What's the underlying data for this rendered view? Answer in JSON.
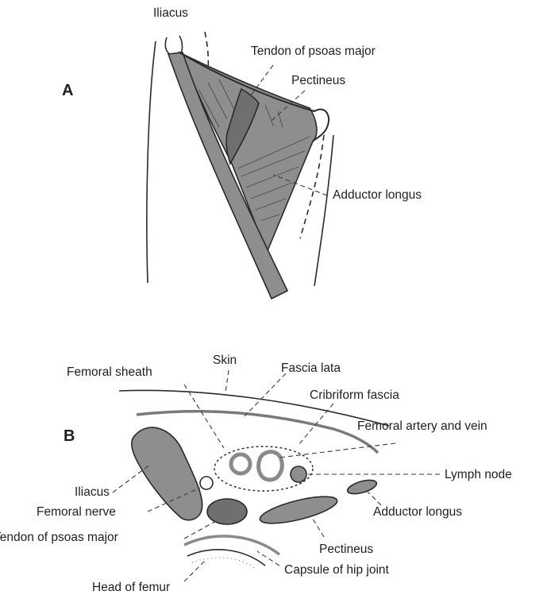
{
  "panels": {
    "a": {
      "letter": "A"
    },
    "b": {
      "letter": "B"
    }
  },
  "labels_a": {
    "iliacus": "Iliacus",
    "tendon_psoas_major": "Tendon of psoas major",
    "pectineus": "Pectineus",
    "adductor_longus": "Adductor longus"
  },
  "labels_b": {
    "femoral_sheath": "Femoral sheath",
    "skin": "Skin",
    "fascia_lata": "Fascia lata",
    "cribriform_fascia": "Cribriform fascia",
    "femoral_artery_vein": "Femoral artery and vein",
    "lymph_node": "Lymph node",
    "iliacus": "Iliacus",
    "femoral_nerve": "Femoral nerve",
    "adductor_longus": "Adductor longus",
    "tendon_psoas_major": "Tendon of psoas major",
    "pectineus": "Pectineus",
    "capsule_hip_joint": "Capsule of hip joint",
    "head_of_femur": "Head of femur"
  },
  "colors": {
    "muscle_fill": "#8e8e8e",
    "muscle_dark": "#6f6f6f",
    "outline": "#2a2a2a",
    "leader": "#3a3a3a"
  }
}
